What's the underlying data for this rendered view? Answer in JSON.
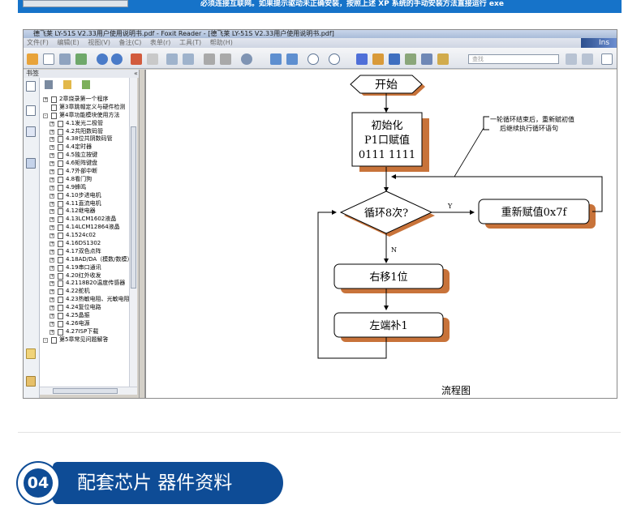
{
  "top": {
    "notice": "必须连接互联网。如果提示驱动未正确安装，按照上述 XP 系统的手动安装方法直接运行 exe"
  },
  "window": {
    "title": "德飞莱 LY-51S V2.33用户使用说明书.pdf - Foxit Reader - [德飞莱 LY-51S V2.33用户使用说明书.pdf]"
  },
  "menu": [
    "文件(F)",
    "编辑(E)",
    "视图(V)",
    "备注(C)",
    "表单(r)",
    "工具(T)",
    "帮助(H)"
  ],
  "brand_text": "Ins",
  "find_placeholder": "查找",
  "bookmarks": {
    "header": "书签",
    "collapse": "«",
    "items": [
      {
        "label": "2章烧录第一个程序",
        "level": 1,
        "expander": "+"
      },
      {
        "label": "第3章跳帽定义与硬件检测",
        "level": 1,
        "expander": ""
      },
      {
        "label": "第4章功能模块使用方法",
        "level": 1,
        "expander": "-"
      },
      {
        "label": "4.1发光二极管",
        "level": 2,
        "expander": "+"
      },
      {
        "label": "4.2共阳数码管",
        "level": 2,
        "expander": "+"
      },
      {
        "label": "4.38位共阴数码管",
        "level": 2,
        "expander": "+"
      },
      {
        "label": "4.4定时器",
        "level": 2,
        "expander": "+"
      },
      {
        "label": "4.5独立按键",
        "level": 2,
        "expander": "+"
      },
      {
        "label": "4.6矩阵键盘",
        "level": 2,
        "expander": "+"
      },
      {
        "label": "4.7外部中断",
        "level": 2,
        "expander": "+"
      },
      {
        "label": "4.8看门狗",
        "level": 2,
        "expander": "+"
      },
      {
        "label": "4.9蜂鸣",
        "level": 2,
        "expander": "+"
      },
      {
        "label": "4.10步进电机",
        "level": 2,
        "expander": "+"
      },
      {
        "label": "4.11直流电机",
        "level": 2,
        "expander": "+"
      },
      {
        "label": "4.12继电器",
        "level": 2,
        "expander": "+"
      },
      {
        "label": "4.13LCM1602液晶",
        "level": 2,
        "expander": "+"
      },
      {
        "label": "4.14LCM12864液晶",
        "level": 2,
        "expander": "+"
      },
      {
        "label": "4.1524c02",
        "level": 2,
        "expander": "+"
      },
      {
        "label": "4.16DS1302",
        "level": 2,
        "expander": "+"
      },
      {
        "label": "4.17双色点阵",
        "level": 2,
        "expander": "+"
      },
      {
        "label": "4.18AD/DA（模数/数模）",
        "level": 2,
        "expander": "+"
      },
      {
        "label": "4.19串口通讯",
        "level": 2,
        "expander": "+"
      },
      {
        "label": "4.20红外收发",
        "level": 2,
        "expander": "+"
      },
      {
        "label": "4.2118B20温度传感器",
        "level": 2,
        "expander": "+"
      },
      {
        "label": "4.22舵机",
        "level": 2,
        "expander": "+"
      },
      {
        "label": "4.23热敏电阻、光敏电阻",
        "level": 2,
        "expander": "+"
      },
      {
        "label": "4.24复位电路",
        "level": 2,
        "expander": "+"
      },
      {
        "label": "4.25晶振",
        "level": 2,
        "expander": "+"
      },
      {
        "label": "4.26电源",
        "level": 2,
        "expander": "+"
      },
      {
        "label": "4.27ISP下载",
        "level": 2,
        "expander": "+"
      },
      {
        "label": "第5章常见问题解答",
        "level": 1,
        "expander": "-"
      }
    ]
  },
  "flowchart": {
    "start": "开始",
    "init_line1": "初始化",
    "init_line2": "P1口赋值",
    "init_line3": "0111 1111",
    "loop": "循环8次?",
    "yes": "Y",
    "no": "N",
    "reassign": "重新赋值0x7f",
    "note_line1": "一轮循环结束后，重新赋初值",
    "note_line2": "后继续执行循环语句",
    "shift": "右移1位",
    "fill": "左端补1",
    "caption": "流程图"
  },
  "section": {
    "number": "04",
    "title": "配套芯片 器件资料"
  },
  "colors": {
    "accent": "#0e4c96",
    "shadow": "#c8733a",
    "strip": "#1673c9"
  }
}
